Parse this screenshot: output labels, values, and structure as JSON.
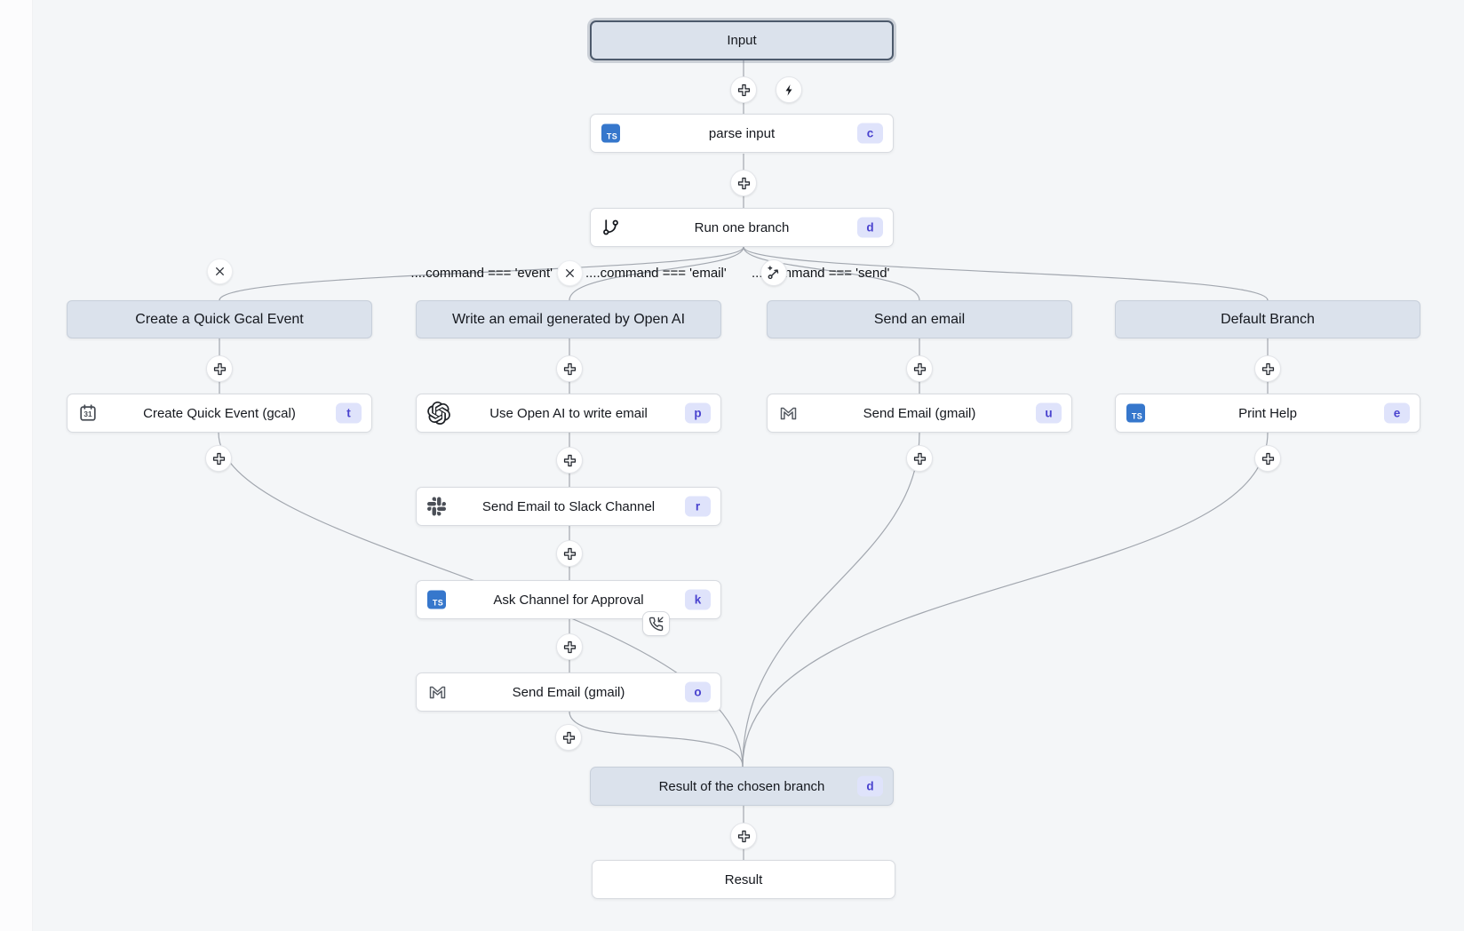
{
  "flow": {
    "input_node": {
      "label": "Input"
    },
    "parse_input": {
      "label": "parse input",
      "badge": "c",
      "icon": "typescript-icon"
    },
    "run_one_branch": {
      "label": "Run one branch",
      "badge": "d",
      "icon": "git-branch-icon"
    },
    "result_branch": {
      "label": "Result of the chosen branch",
      "badge": "d"
    },
    "result": {
      "label": "Result"
    }
  },
  "branches": [
    {
      "header": "Create a Quick Gcal Event",
      "condition": "....command === 'event'",
      "steps": [
        {
          "label": "Create Quick Event (gcal)",
          "badge": "t",
          "icon": "gcal-calendar-icon"
        }
      ]
    },
    {
      "header": "Write an email generated by Open AI",
      "condition": "....command === 'email'",
      "steps": [
        {
          "label": "Use Open AI to write email",
          "badge": "p",
          "icon": "openai-icon"
        },
        {
          "label": "Send Email to Slack Channel",
          "badge": "r",
          "icon": "slack-icon"
        },
        {
          "label": "Ask Channel for Approval",
          "badge": "k",
          "icon": "typescript-icon",
          "suspend_icon": "phone-incoming-icon"
        },
        {
          "label": "Send Email (gmail)",
          "badge": "o",
          "icon": "gmail-icon"
        }
      ]
    },
    {
      "header": "Send an email",
      "condition": "....command === 'send'",
      "steps": [
        {
          "label": "Send Email (gmail)",
          "badge": "u",
          "icon": "gmail-icon"
        }
      ]
    },
    {
      "header": "Default Branch",
      "condition": "",
      "steps": [
        {
          "label": "Print Help",
          "badge": "e",
          "icon": "typescript-icon"
        }
      ]
    }
  ],
  "colors": {
    "canvas_bg": "#f4f6f8",
    "node_bg": "#ffffff",
    "slate_node_bg": "#dbe2ec",
    "badge_bg": "#dfe3fb",
    "badge_text": "#4a43cf",
    "edge": "#a2a7af",
    "typescript_blue": "#3677cc"
  }
}
